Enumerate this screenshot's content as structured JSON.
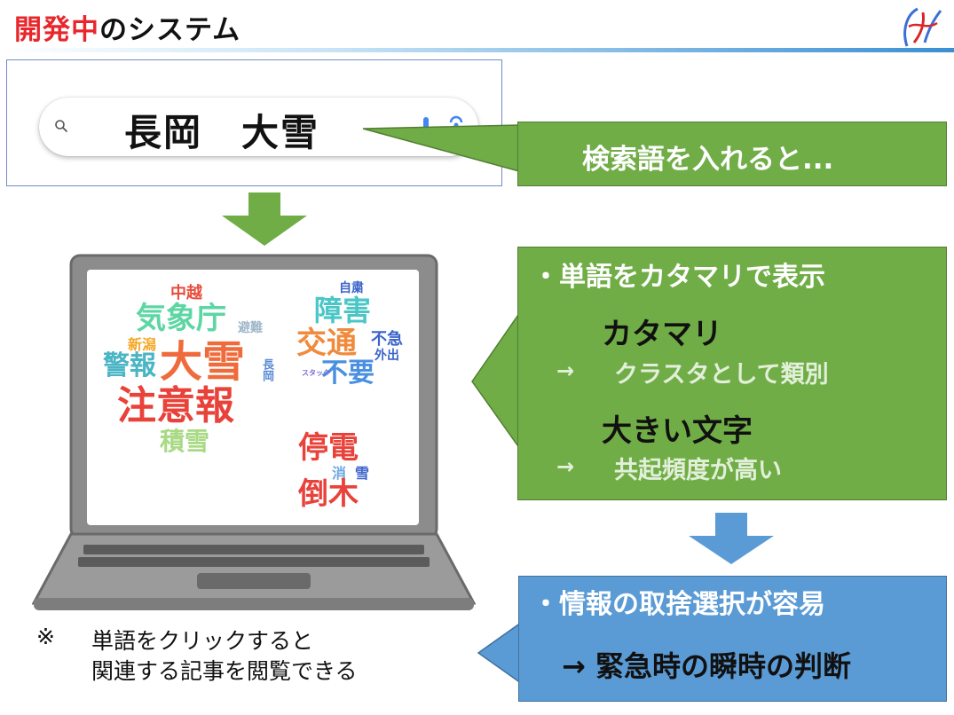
{
  "title": {
    "highlight": "開発中",
    "rest": "のシステム"
  },
  "search": {
    "query": "長岡　大雪"
  },
  "callout_search": {
    "text": "検索語を入れると..."
  },
  "word_cloud": {
    "cluster1": [
      "中越",
      "気象庁",
      "避難",
      "新潟",
      "警報",
      "大雪",
      "長岡",
      "注意報",
      "積雪"
    ],
    "cluster2": [
      "自粛",
      "障害",
      "交通",
      "不急",
      "外出",
      "不要",
      "スタック"
    ],
    "cluster3": [
      "停電",
      "倒木",
      "消",
      "雪"
    ]
  },
  "callout_cluster": {
    "bullet": "・単語をカタマリで表示",
    "term1": "カタマリ",
    "arrow1": "→",
    "desc1": "クラスタとして類別",
    "term2": "大きい文字",
    "arrow2": "→",
    "desc2": "共起頻度が高い"
  },
  "callout_benefit": {
    "bullet": "・情報の取捨選択が容易",
    "result": "→ 緊急時の瞬時の判断"
  },
  "note": {
    "mark": "※",
    "line1": "単語をクリックすると",
    "line2": "関連する記事を閲覧できる"
  },
  "colors": {
    "accent_red": "#e8262b",
    "callout_green": "#70ad47",
    "callout_blue": "#5b9bd5",
    "arrow_green": "#70ad47",
    "arrow_blue": "#5b9bd5"
  }
}
